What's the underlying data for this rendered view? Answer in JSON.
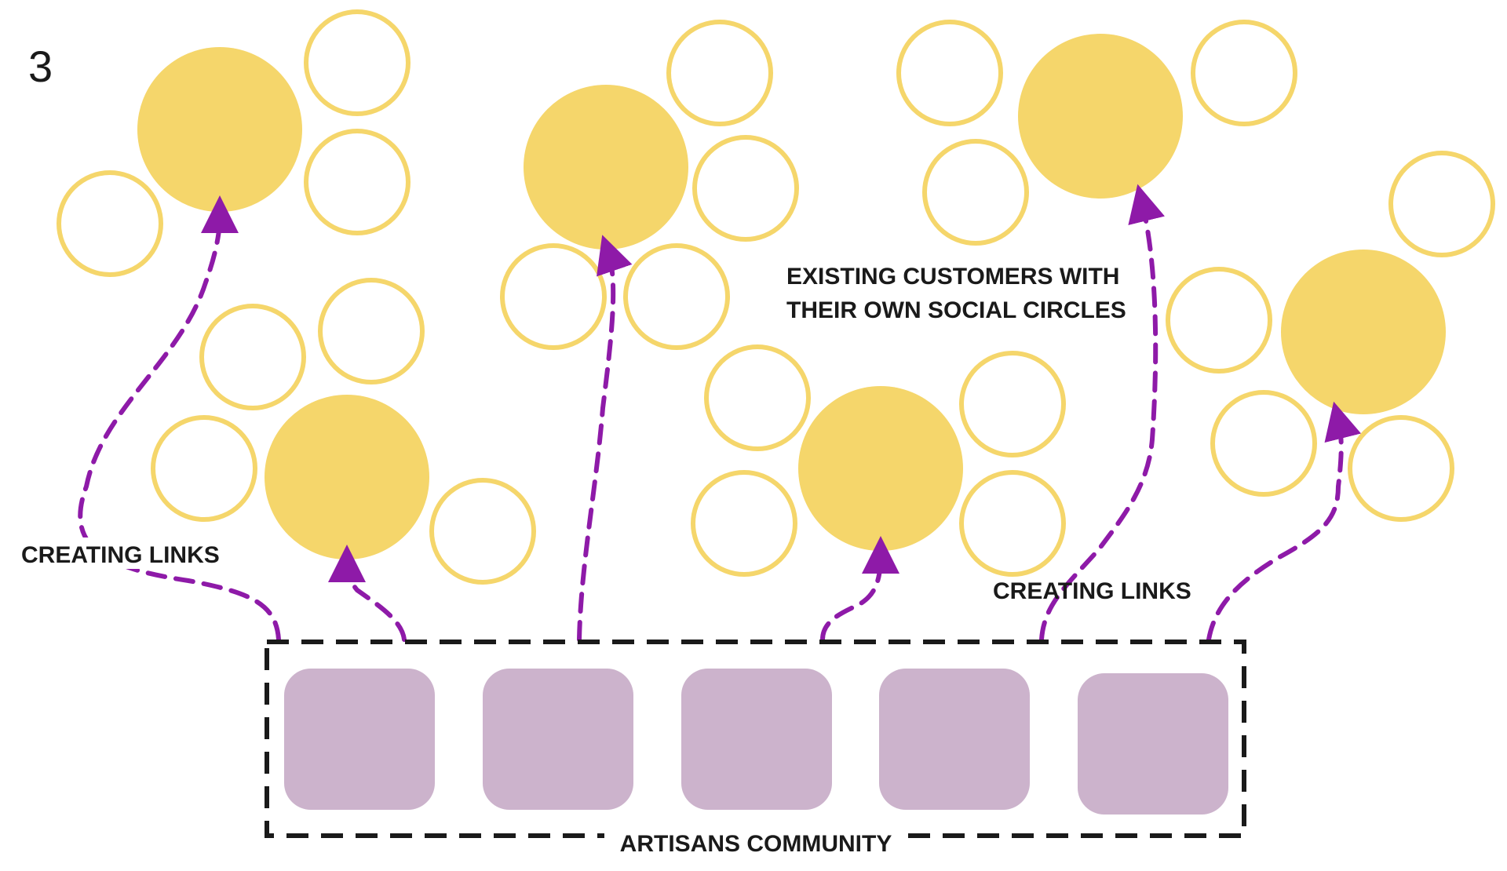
{
  "figure_number": "3",
  "labels": {
    "existing_customers_line1": "EXISTING CUSTOMERS WITH",
    "existing_customers_line2": "THEIR OWN SOCIAL CIRCLES",
    "creating_links_left": "CREATING LINKS",
    "creating_links_right": "CREATING LINKS",
    "artisans_community": "ARTISANS COMMUNITY"
  },
  "colors": {
    "customer_fill": "#f5d66b",
    "circle_stroke": "#f5d66b",
    "link_arrow": "#8e1aa8",
    "artisan_fill": "#ccb3cc",
    "community_border": "#1a1a1a"
  }
}
